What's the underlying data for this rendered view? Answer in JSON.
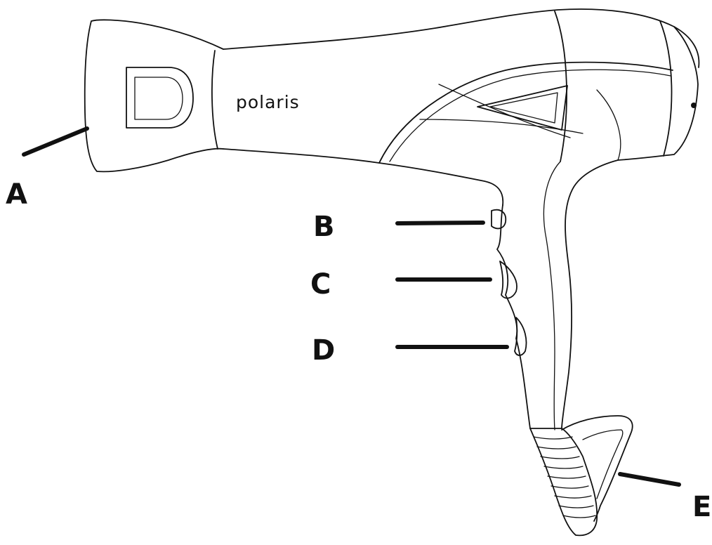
{
  "figure": {
    "brand_text": "polaris",
    "callouts": [
      {
        "id": "A",
        "label": "A"
      },
      {
        "id": "B",
        "label": "B"
      },
      {
        "id": "C",
        "label": "C"
      },
      {
        "id": "D",
        "label": "D"
      },
      {
        "id": "E",
        "label": "E"
      }
    ]
  }
}
